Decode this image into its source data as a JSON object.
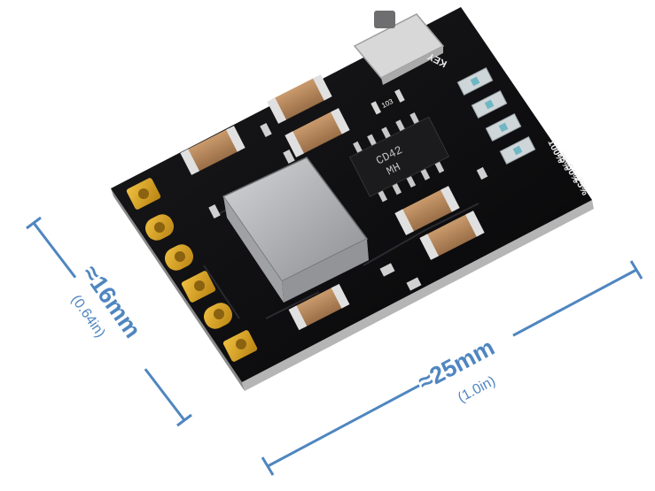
{
  "dimensions": {
    "width_label": "≈25mm",
    "width_sub": "(1.0in)",
    "height_label": "≈16mm",
    "height_sub": "(0.64in)"
  },
  "board": {
    "key_label": "KEY",
    "percent_labels": [
      "100%",
      "75%",
      "50%",
      "25%"
    ],
    "ic_marking_line1": "CD42",
    "ic_marking_line2": "MH",
    "resistor_marking": "103"
  },
  "colors": {
    "dimension_line": "#4f86c0",
    "pcb": "#0d0d0f",
    "gold_pad": "#d9a520",
    "capacitor": "#b98a5e",
    "inductor": "#b8b9bb",
    "led": "#cfd6d9"
  }
}
